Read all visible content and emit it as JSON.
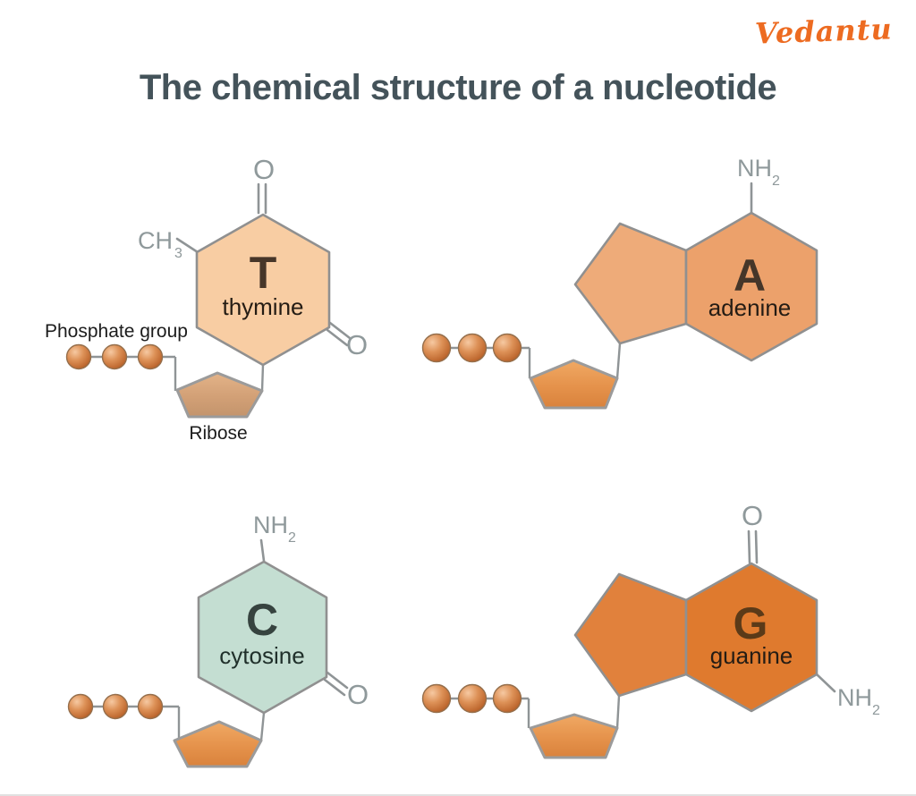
{
  "header": {
    "title": "The chemical structure of a nucleotide",
    "brand": "Vedantu"
  },
  "annotations": {
    "phosphate_label": "Phosphate group",
    "ribose_label": "Ribose"
  },
  "bases": {
    "thymine": {
      "symbol": "T",
      "name": "thymine",
      "methyl": "CH",
      "methyl_sub": "3",
      "oxygen_top": "O",
      "oxygen_right": "O"
    },
    "adenine": {
      "symbol": "A",
      "name": "adenine",
      "amino": "NH",
      "amino_sub": "2"
    },
    "cytosine": {
      "symbol": "C",
      "name": "cytosine",
      "amino": "NH",
      "amino_sub": "2",
      "oxygen_right": "O"
    },
    "guanine": {
      "symbol": "G",
      "name": "guanine",
      "oxygen_top": "O",
      "amino": "NH",
      "amino_sub": "2"
    }
  },
  "palette": {
    "brand_orange": "#ed6b21",
    "title_color": "#44535a",
    "thymine_fill": "#f8cda3",
    "adenine_fill": "#eca16b",
    "adenine_pentagon_fill": "#eeab79",
    "cytosine_fill": "#c4ded2",
    "guanine_fill": "#df7a2e",
    "guanine_pentagon_fill": "#e1813c",
    "ribose_tan": "#d2a076",
    "ribose_orange": "#e5924b",
    "phosphate_orange": "#d98a52",
    "bond_gray": "#8f9496"
  }
}
